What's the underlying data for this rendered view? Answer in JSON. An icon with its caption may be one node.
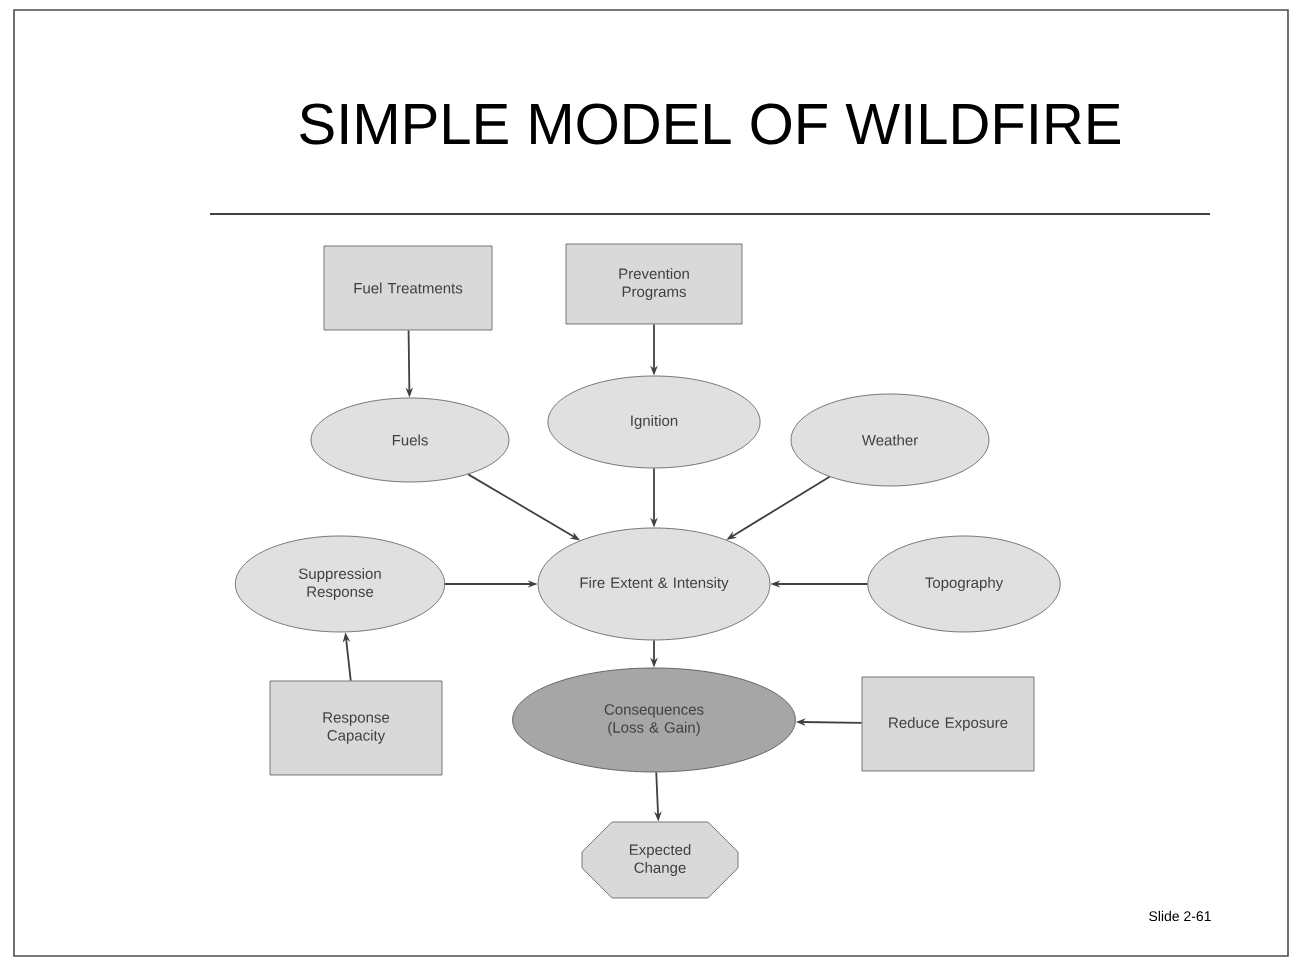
{
  "diagram": {
    "title": "SIMPLE MODEL OF WILDFIRE",
    "nodes": [
      {
        "text": [
          "Fuel Treatments"
        ]
      },
      {
        "text": [
          "Prevention Programs"
        ]
      },
      {
        "text": [
          "Fuels"
        ]
      },
      {
        "text": [
          "Ignition"
        ]
      },
      {
        "text": [
          "Weather"
        ]
      },
      {
        "text": [
          "Suppression Response"
        ]
      },
      {
        "text": [
          "Fire Extent & Intensity"
        ]
      },
      {
        "text": [
          "Topography"
        ]
      },
      {
        "text": [
          "Response Capacity"
        ]
      },
      {
        "text": [
          "Consequences (Loss & Gain)"
        ]
      },
      {
        "text": [
          "Reduce Exposure"
        ]
      },
      {
        "text": [
          "Expected Change"
        ]
      }
    ],
    "edges": [
      {
        "from": 0,
        "to": 2,
        "arrow": "to"
      },
      {
        "from": 1,
        "to": 3,
        "arrow": "to"
      },
      {
        "from": 2,
        "to": 6,
        "arrow": "to"
      },
      {
        "from": 3,
        "to": 6,
        "arrow": "to"
      },
      {
        "from": 4,
        "to": 6,
        "arrow": "to"
      },
      {
        "from": 5,
        "to": 6,
        "arrow": "to"
      },
      {
        "from": 7,
        "to": 6,
        "arrow": "to"
      },
      {
        "from": 8,
        "to": 5,
        "arrow": "to"
      },
      {
        "from": 6,
        "to": 9,
        "arrow": "to"
      },
      {
        "from": 10,
        "to": 9,
        "arrow": "to"
      },
      {
        "from": 9,
        "to": 11,
        "arrow": "to"
      }
    ],
    "labels": [
      "Slide 2-61"
    ]
  }
}
